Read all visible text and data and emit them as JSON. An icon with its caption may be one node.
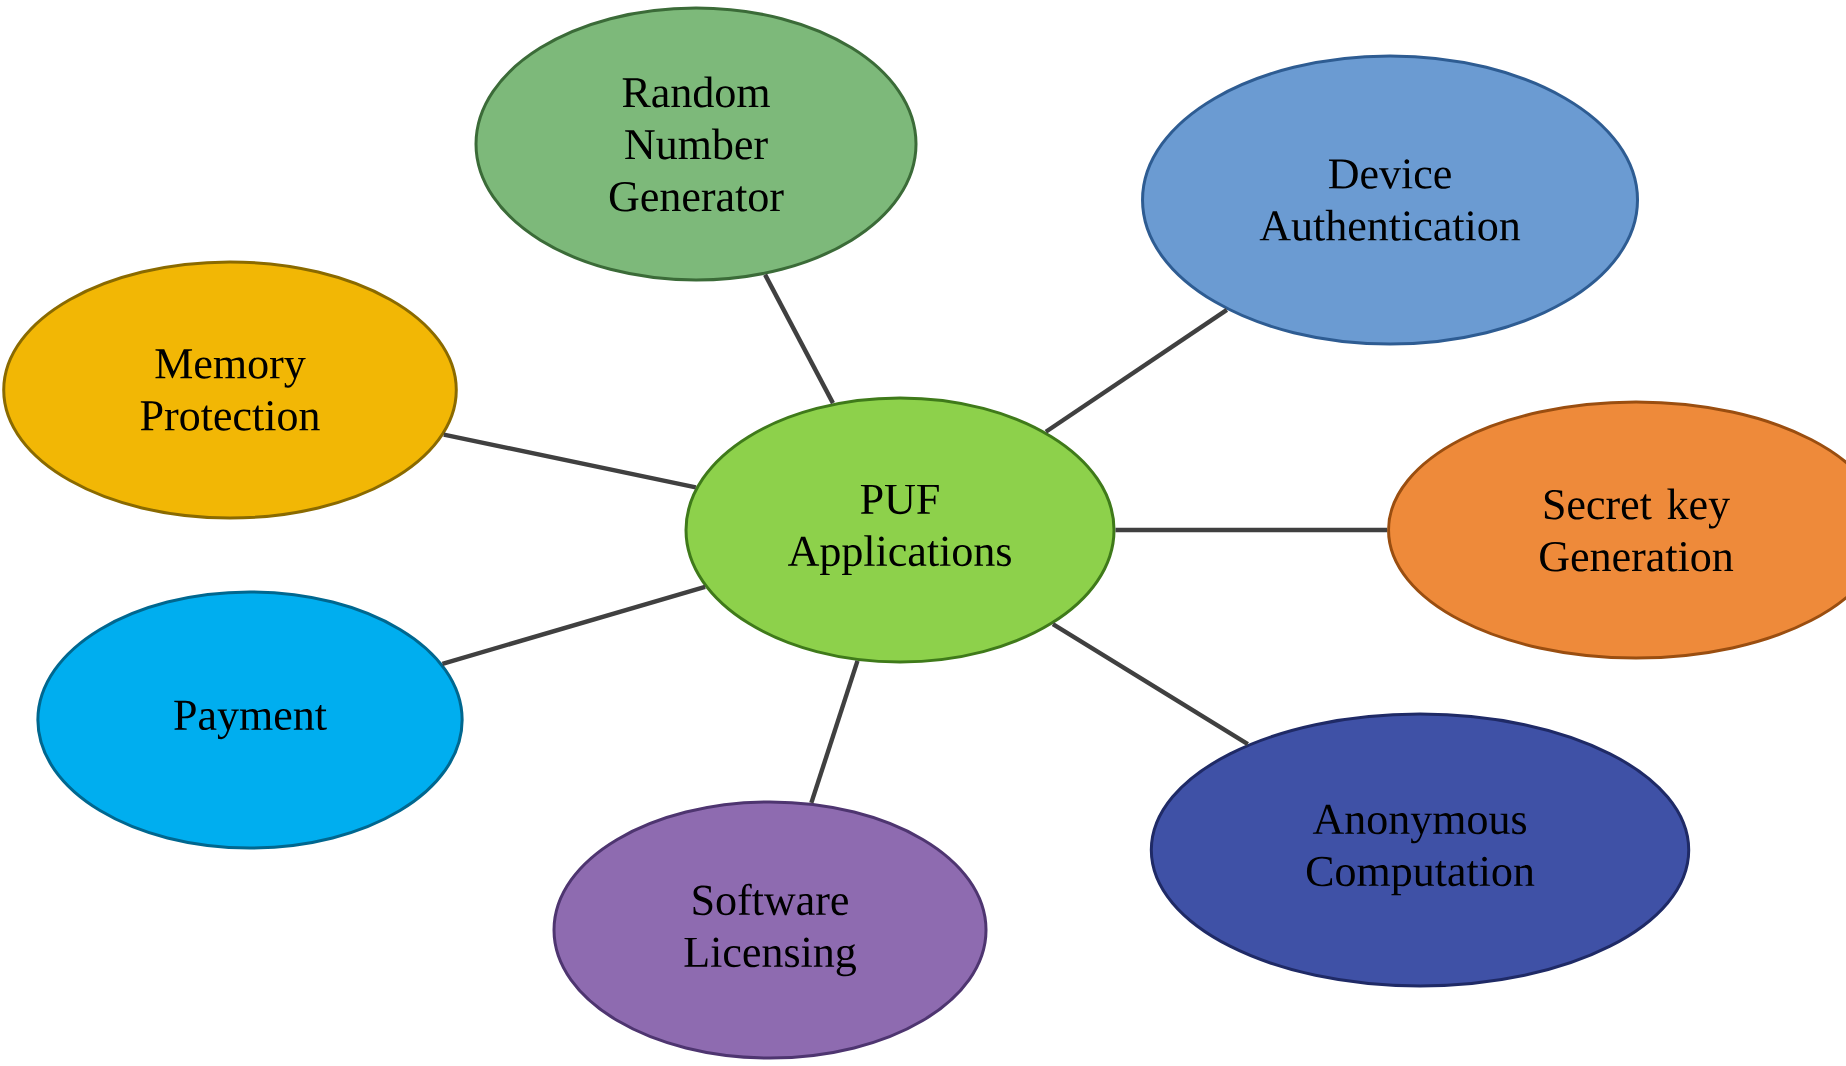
{
  "diagram": {
    "nodes": [
      {
        "text": [
          "PUF Applications"
        ]
      },
      {
        "text": [
          "Random Number Generator"
        ]
      },
      {
        "text": [
          "Device Authentication"
        ]
      },
      {
        "text": [
          "Memory Protection"
        ]
      },
      {
        "text": [
          "Secret key Generation"
        ]
      },
      {
        "text": [
          "Payment"
        ]
      },
      {
        "text": [
          "Anonymous Computation"
        ]
      },
      {
        "text": [
          "Software Licensing"
        ]
      }
    ],
    "edges": [
      {
        "from": 0,
        "to": 1,
        "arrow": "none"
      },
      {
        "from": 0,
        "to": 2,
        "arrow": "none"
      },
      {
        "from": 0,
        "to": 3,
        "arrow": "none"
      },
      {
        "from": 0,
        "to": 4,
        "arrow": "none"
      },
      {
        "from": 0,
        "to": 5,
        "arrow": "none"
      },
      {
        "from": 0,
        "to": 6,
        "arrow": "none"
      },
      {
        "from": 0,
        "to": 7,
        "arrow": "none"
      }
    ]
  }
}
